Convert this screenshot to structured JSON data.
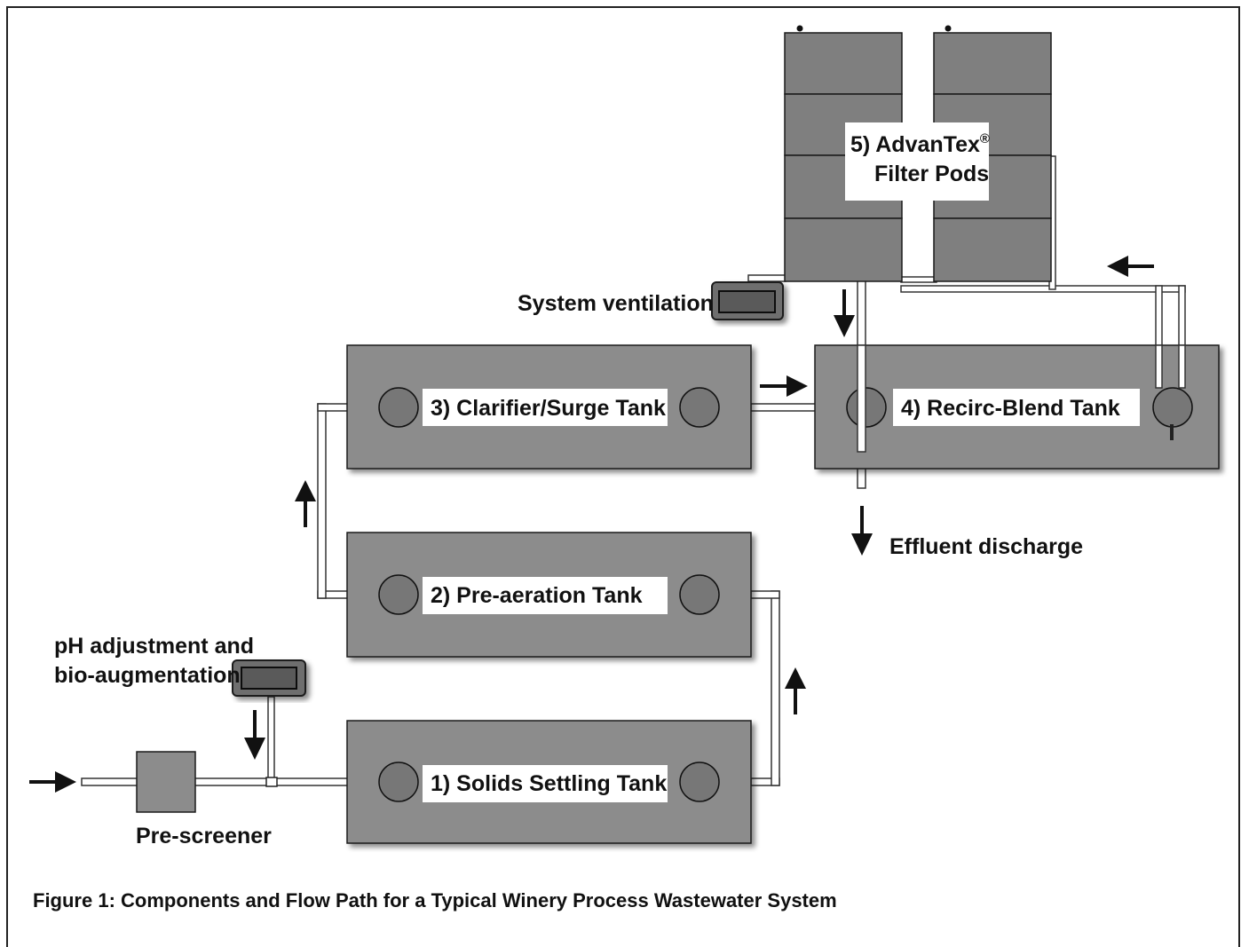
{
  "diagram": {
    "tanks": {
      "solids_settling": "1) Solids Settling Tank",
      "pre_aeration": "2) Pre-aeration Tank",
      "clarifier_surge": "3) Clarifier/Surge Tank",
      "recirc_blend": "4) Recirc-Blend Tank"
    },
    "filter_pods": {
      "line1": "5) AdvanTex",
      "registered": "®",
      "line2": "Filter Pods"
    },
    "labels": {
      "system_ventilation": "System ventilation",
      "effluent_discharge": "Effluent discharge",
      "pre_screener": "Pre-screener",
      "ph_line1": "pH adjustment and",
      "ph_line2": "bio-augmentation"
    },
    "caption": "Figure 1: Components and Flow Path for a Typical Winery Process Wastewater System"
  },
  "colors": {
    "tank_fill": "#8c8c8c",
    "pod_fill": "#7f7f7f",
    "pipe_fill": "#ffffff",
    "outline": "#1a1a1a",
    "label_bg": "#ffffff"
  }
}
